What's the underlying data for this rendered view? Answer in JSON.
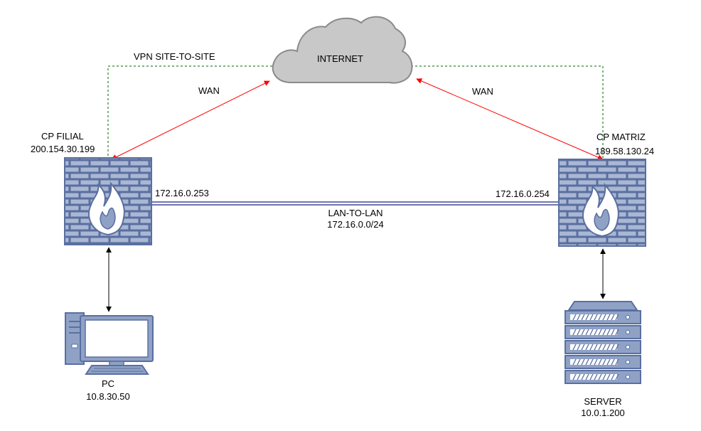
{
  "diagram": {
    "vpn_label": "VPN SITE-TO-SITE",
    "cloud_label": "INTERNET",
    "wan_left_label": "WAN",
    "wan_right_label": "WAN",
    "filial": {
      "name": "CP FILIAL",
      "ip": "200.154.30.199",
      "lan_ip": "172.16.0.253",
      "icon": "firewall-icon"
    },
    "matriz": {
      "name": "CP MATRIZ",
      "ip": "189.58.130.24",
      "lan_ip": "172.16.0.254",
      "icon": "firewall-icon"
    },
    "lan": {
      "name": "LAN-TO-LAN",
      "subnet": "172.16.0.0/24"
    },
    "pc": {
      "name": "PC",
      "ip": "10.8.30.50",
      "icon": "pc-icon"
    },
    "server": {
      "name": "SERVER",
      "ip": "10.0.1.200",
      "icon": "server-icon"
    }
  },
  "colors": {
    "wan_link": "#ff0000",
    "vpn_tunnel": "#006600",
    "lan_link": "#1a237e",
    "device_fill": "#8fa2c6",
    "device_stroke": "#5a6fa0",
    "cloud_fill": "#c8c8c8",
    "cloud_stroke": "#8a8a8a"
  }
}
